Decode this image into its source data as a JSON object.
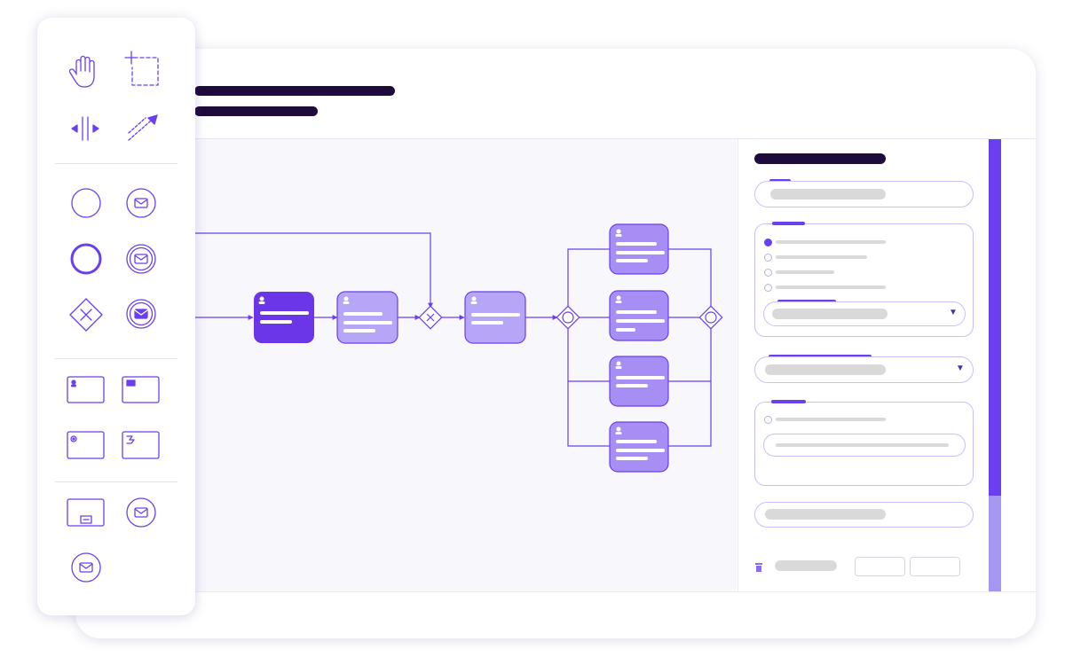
{
  "colors": {
    "accent": "#6a3ff0",
    "accent_light": "#b4a5f6",
    "node_dark": "#6b35e8",
    "node_mid": "#a68ef5",
    "node_light": "#b7a6f7",
    "header_bar": "#1f0a3c",
    "placeholder": "#d9d9d9"
  },
  "toolbox": {
    "tools": [
      "hand-icon",
      "lasso-select-icon",
      "space-tool-icon",
      "connect-arrow-icon"
    ],
    "events": [
      "start-event-icon",
      "message-start-event-icon",
      "end-event-icon",
      "message-intermediate-event-icon",
      "exclusive-gateway-icon",
      "message-end-event-icon"
    ],
    "tasks": [
      "user-task-icon",
      "send-task-icon",
      "service-task-icon",
      "script-task-icon"
    ],
    "other": [
      "subprocess-icon",
      "message-event-icon",
      "message-event-icon"
    ]
  },
  "diagram": {
    "tasks": [
      "user-task",
      "user-task",
      "user-task",
      "user-task",
      "user-task",
      "user-task",
      "user-task"
    ],
    "gateways": [
      "exclusive-gateway",
      "parallel-gateway-split",
      "parallel-gateway-join"
    ]
  },
  "properties_panel": {
    "sections": [
      "name-field",
      "radio-group",
      "dropdown",
      "checkbox-group",
      "text-field"
    ],
    "radio_count": 4,
    "selected_radio": 0,
    "scroll_position": 0.78
  }
}
